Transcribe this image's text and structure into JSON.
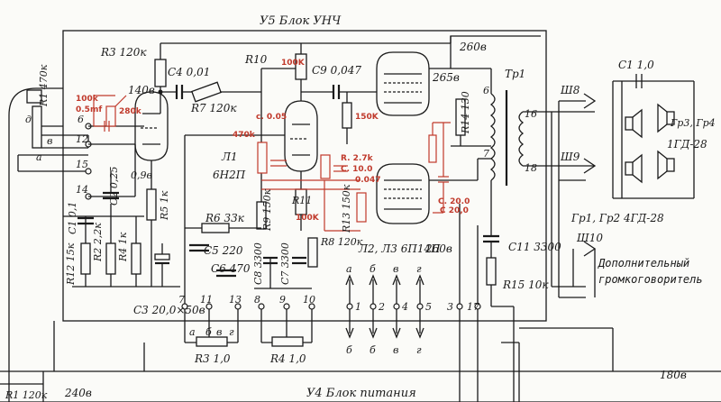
{
  "titles": {
    "amp_block": "У5 Блок УНЧ",
    "power_block": "У4 Блок питания"
  },
  "voltages": {
    "v260_top": "260в",
    "v140": "140в",
    "v265": "265в",
    "v260_mid": "260в",
    "v180": "180в",
    "v240": "240в",
    "v09": "0,9в"
  },
  "components": {
    "r3": "R3 120к",
    "c4": "C4 0,01",
    "r10": "R10",
    "c9": "C9 0,047",
    "r7": "R7 120к",
    "r1": "R1 470к",
    "c2": "C2 0,25",
    "c1": "C1 0,1",
    "r2": "R2 2,2к",
    "r4": "R4 1к",
    "r5": "R5 1к",
    "r6": "R6 33к",
    "c5": "C5 220",
    "c6": "C6 470",
    "c8": "C8 3300",
    "c7": "C7 3300",
    "r8": "R8 120к",
    "r9": "R9 150к",
    "r11": "R11",
    "r13": "R13 150к",
    "r14": "R14 130",
    "c11": "C11 3300",
    "r15": "R15 10к",
    "r12": "R12 15к",
    "c3": "C3 20,0×50в",
    "c10": "С 20,0",
    "r3b": "R3 1,0",
    "r4b": "R4 1,0",
    "tr1": "Тр1",
    "c1_top": "C1 1,0",
    "l1": "Л1",
    "l1_type": "6Н2П",
    "l23": "Л2, Л3 6П14П",
    "gr34": "Гр3, Гр4",
    "gr34_type": "1ГД-28",
    "gr12": "Гр1, Гр2 4ГД-28",
    "sh8": "Ш8",
    "sh9": "Ш9",
    "sh10": "Ш10",
    "ext_speaker_1": "Дополнительный",
    "ext_speaker_2": "громкоговоритель",
    "r1_120": "R1 120к"
  },
  "red_notes": {
    "r_100k": "100k",
    "c_05mf": "0.5mf",
    "r_280k": "280k",
    "c_005": "c. 0.05",
    "r_470k": "470k",
    "r_100k_b": "100K",
    "r_150k": "150K",
    "r_27k": "R. 2.7k",
    "c_100": "C. 10.0",
    "c_0047": "0.047",
    "r_100k_c": "100K",
    "c_200": "C. 20.0"
  },
  "pins": [
    "6",
    "12",
    "15",
    "14",
    "7",
    "11",
    "13",
    "8",
    "9",
    "10",
    "3",
    "17",
    "1",
    "2",
    "4",
    "5",
    "6",
    "7",
    "18",
    "16"
  ],
  "pin_letters": [
    "д",
    "в",
    "а",
    "а",
    "б",
    "в",
    "г",
    "а",
    "б",
    "в",
    "г"
  ]
}
